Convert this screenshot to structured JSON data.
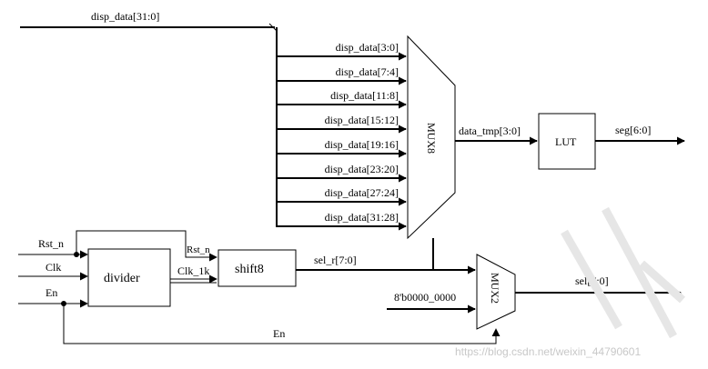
{
  "bus_top": "disp_data[31:0]",
  "mux8": {
    "label": "MUX8",
    "inputs": [
      "disp_data[3:0]",
      "disp_data[7:4]",
      "disp_data[11:8]",
      "disp_data[15:12]",
      "disp_data[19:16]",
      "disp_data[23:20]",
      "disp_data[27:24]",
      "disp_data[31:28]"
    ],
    "output": "data_tmp[3:0]"
  },
  "lut": {
    "label": "LUT",
    "output": "seg[6:0]"
  },
  "divider": {
    "label": "divider",
    "out_port": "Clk_1k"
  },
  "shift8": {
    "label": "shift8",
    "rst_port": "Rst_n",
    "output": "sel_r[7:0]"
  },
  "inputs": {
    "rst": "Rst_n",
    "clk": "Clk",
    "en": "En"
  },
  "mux2": {
    "label": "MUX2",
    "const_input": "8'b0000_0000",
    "output": "sel[7:0]"
  },
  "en_feedback": "En",
  "watermark": "https://blog.csdn.net/weixin_44790601"
}
